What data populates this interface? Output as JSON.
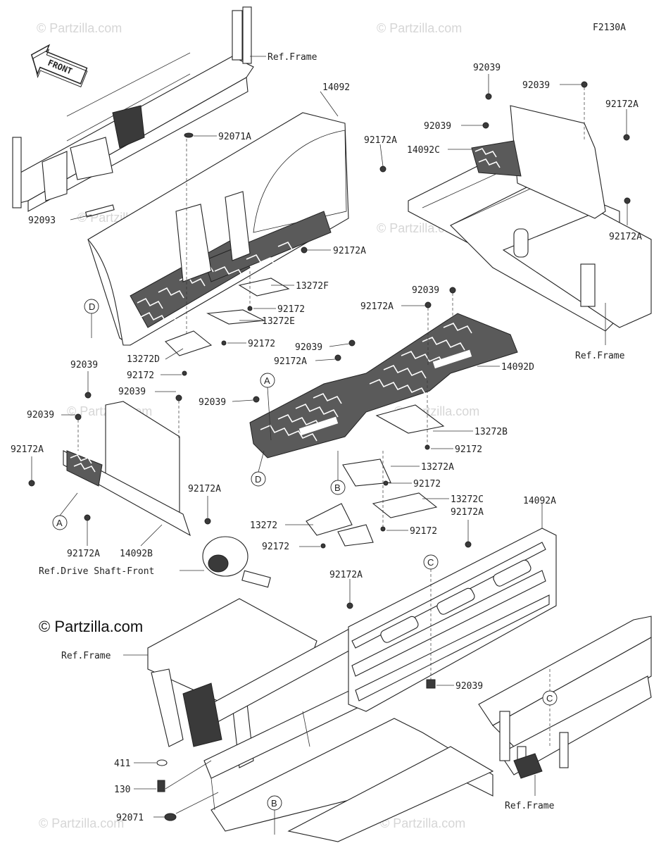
{
  "diagram_code": "F2130A",
  "front_arrow": "FRONT",
  "copyright": "© Partzilla.com",
  "watermark": "© Partzilla.com",
  "callouts": [
    "A",
    "B",
    "C",
    "D"
  ],
  "labels": {
    "ref_frame_top": "Ref.Frame",
    "p14092": "14092",
    "p92071A": "92071A",
    "p92172A_1": "92172A",
    "p92093": "92093",
    "p92172A_2": "92172A",
    "p13272F": "13272F",
    "p92172_1": "92172",
    "p13272E": "13272E",
    "p92172_2": "92172",
    "p13272D": "13272D",
    "p92172_3": "92172",
    "p92039_r1": "92039",
    "p92039_r2": "92039",
    "p92172A_r1": "92172A",
    "p92039_r3": "92039",
    "p14092C": "14092C",
    "p92172A_r2": "92172A",
    "ref_frame_right": "Ref.Frame",
    "p92039_m1": "92039",
    "p92172A_m1": "92172A",
    "p92039_m2": "92039",
    "p92172A_m2": "92172A",
    "p14092D": "14092D",
    "p92039_m3": "92039",
    "p13272B": "13272B",
    "p92172_m1": "92172",
    "p13272A": "13272A",
    "p92172_m2": "92172",
    "p13272C": "13272C",
    "p92172A_m3": "92172A",
    "p13272": "13272",
    "p92172_m3": "92172",
    "p92172_m4": "92172",
    "p92039_l1": "92039",
    "p92039_l2": "92039",
    "p92039_l3": "92039",
    "p92172A_l1": "92172A",
    "p92172A_l2": "92172A",
    "p92172A_l3": "92172A",
    "p14092B": "14092B",
    "p14092A": "14092A",
    "ref_drive_shaft": "Ref.Drive Shaft-Front",
    "p92172A_b1": "92172A",
    "p92039_b1": "92039",
    "ref_frame_left": "Ref.Frame",
    "p411": "411",
    "p130": "130",
    "p92071": "92071",
    "ref_frame_bottom": "Ref.Frame"
  }
}
